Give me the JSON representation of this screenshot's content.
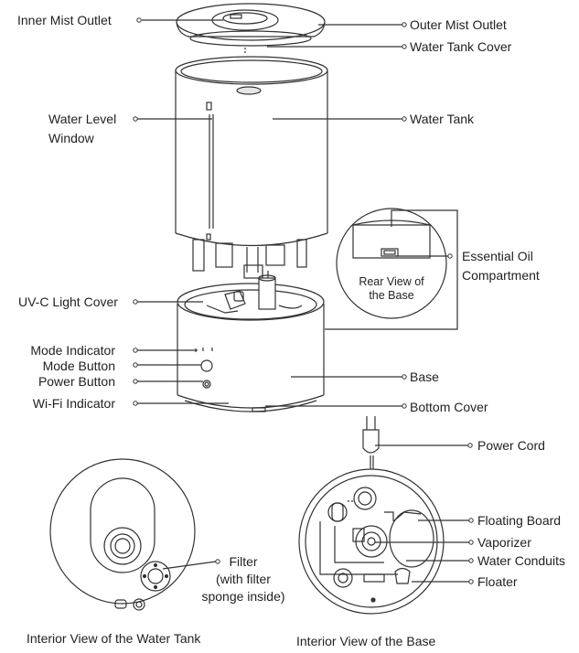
{
  "labels": {
    "inner_mist_outlet": "Inner Mist Outlet",
    "outer_mist_outlet": "Outer Mist Outlet",
    "water_tank_cover": "Water Tank Cover",
    "water_level_window": [
      "Water Level",
      "Window"
    ],
    "water_tank": "Water Tank",
    "essential_oil_compartment": [
      "Essential Oil",
      "Compartment"
    ],
    "rear_view_of_base": [
      "Rear View of",
      "the Base"
    ],
    "uvc_light_cover": "UV-C Light Cover",
    "mode_indicator": "Mode Indicator",
    "mode_button": "Mode Button",
    "power_button": "Power Button",
    "wifi_indicator": "Wi-Fi Indicator",
    "base": "Base",
    "bottom_cover": "Bottom Cover",
    "power_cord": "Power Cord",
    "floating_board": "Floating Board",
    "vaporizer": "Vaporizer",
    "water_conduits": "Water Conduits",
    "floater": "Floater",
    "filter": [
      "Filter",
      "(with filter",
      "sponge inside)"
    ]
  },
  "captions": {
    "water_tank_interior": "Interior View of the Water Tank",
    "base_interior": "Interior View of the Base"
  },
  "colors": {
    "line": "#333333",
    "fill": "#ffffff",
    "shade": "#e6e6e6"
  }
}
